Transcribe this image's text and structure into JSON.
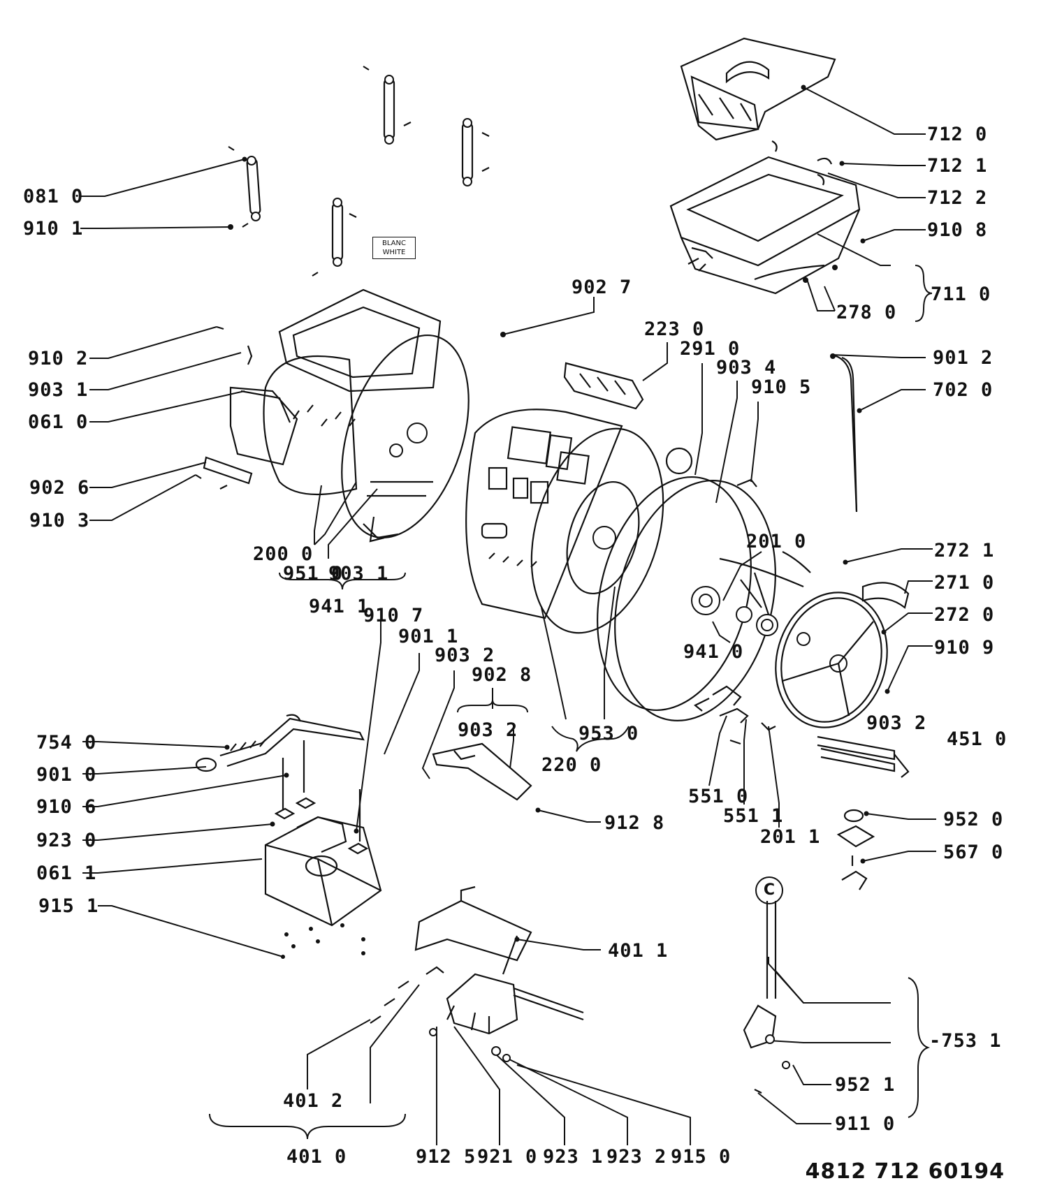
{
  "labels": {
    "l_7120": "712 0",
    "l_7121": "712 1",
    "l_7122": "712 2",
    "l_9108": "910 8",
    "l_7110": "711 0",
    "l_2780": "278 0",
    "l_0810": "081 0",
    "l_9101": "910 1",
    "l_9027": "902 7",
    "l_2230": "223 0",
    "l_2910": "291 0",
    "l_9034": "903 4",
    "l_9105": "910 5",
    "l_9012": "901 2",
    "l_7020": "702 0",
    "l_9102": "910 2",
    "l_9031a": "903 1",
    "l_0610": "061 0",
    "l_9026": "902 6",
    "l_9103": "910 3",
    "l_2000": "200 0",
    "l_9510": "951 0",
    "l_9031b": "903 1",
    "l_9411": "941 1",
    "l_2010": "201 0",
    "l_2721": "272 1",
    "l_2710": "271 0",
    "l_2720": "272 0",
    "l_9109": "910 9",
    "l_9410": "941 0",
    "l_9107": "910 7",
    "l_9011": "901 1",
    "l_9032a": "903 2",
    "l_9028": "902 8",
    "l_9032b": "903 2",
    "l_9530": "953 0",
    "l_2200": "220 0",
    "l_9032c": "903 2",
    "l_4510": "451 0",
    "l_7540": "754 0",
    "l_9010": "901 0",
    "l_9106": "910 6",
    "l_9230": "923 0",
    "l_0611": "061 1",
    "l_9151": "915 1",
    "l_9128": "912 8",
    "l_5510": "551 0",
    "l_5511": "551 1",
    "l_2011": "201 1",
    "l_9520": "952 0",
    "l_5670": "567 0",
    "l_4011": "401 1",
    "l_7531": "-753 1",
    "l_9521": "952 1",
    "l_9110": "911 0",
    "l_4012": "401 2",
    "l_4010": "401 0",
    "l_9125": "912 5",
    "l_9210": "921 0",
    "l_9231": "923 1",
    "l_9232": "923 2",
    "l_9150": "915 0"
  },
  "tag": {
    "line1": "BLANC",
    "line2": "WHITE"
  },
  "circle_mark": "C",
  "document_number": "4812 712 60194"
}
